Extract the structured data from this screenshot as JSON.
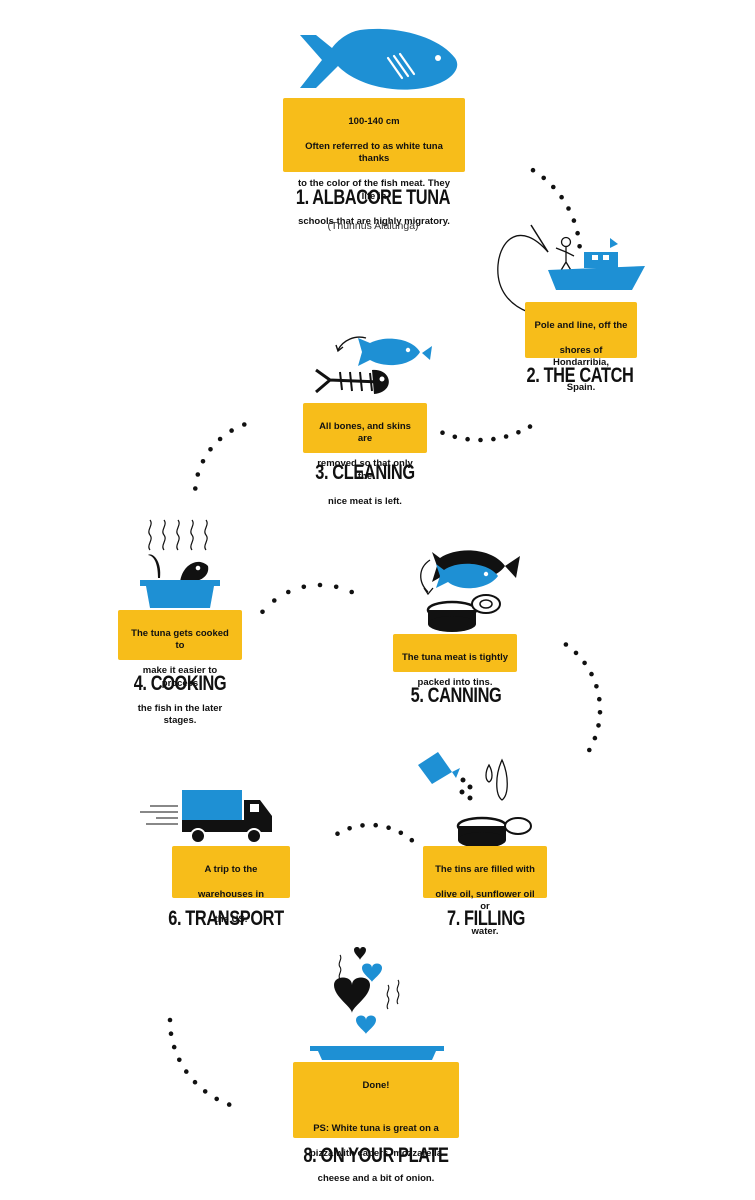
{
  "colors": {
    "accent_yellow": "#f7bd1a",
    "fish_blue": "#1e90d4",
    "ink": "#111111"
  },
  "steps": [
    {
      "title": "1. ALBACORE TUNA",
      "subtitle": "(Thunnus Alalunga)",
      "note_lines": [
        "100-140  cm",
        "Often referred to as white tuna thanks",
        "to the color of the fish meat. They life in",
        "schools that are highly migratory."
      ],
      "icon": "tuna-fish-icon"
    },
    {
      "title": "2. THE CATCH",
      "note_lines": [
        "Pole and line, off the",
        "shores of Hondarribia,",
        "Spain."
      ],
      "icon": "fishing-boat-icon"
    },
    {
      "title": "3. CLEANING",
      "note_lines": [
        "All bones, and skins are",
        "removed so that only the",
        "nice meat is left."
      ],
      "icon": "fish-skeleton-icon"
    },
    {
      "title": "4. COOKING",
      "note_lines": [
        "The tuna gets cooked to",
        "make it easier to process",
        "the fish in the later stages."
      ],
      "icon": "cooking-pot-icon"
    },
    {
      "title": "5. CANNING",
      "note_lines": [
        "The tuna meat is tightly",
        "packed into tins."
      ],
      "icon": "tin-can-icon"
    },
    {
      "title": "6. TRANSPORT",
      "note_lines": [
        "A trip to the",
        "warehouses in",
        "the US."
      ],
      "icon": "truck-icon"
    },
    {
      "title": "7. FILLING",
      "note_lines": [
        "The tins are filled with",
        "olive oil, sunflower oil or",
        "water."
      ],
      "icon": "oil-drops-icon"
    },
    {
      "title": "8. ON YOUR PLATE",
      "note_lines": [
        "Done!",
        "",
        "PS: White tuna is great on a",
        "pizza with capers, mozzarella",
        "cheese and a bit of onion."
      ],
      "icon": "plate-hearts-icon"
    }
  ]
}
